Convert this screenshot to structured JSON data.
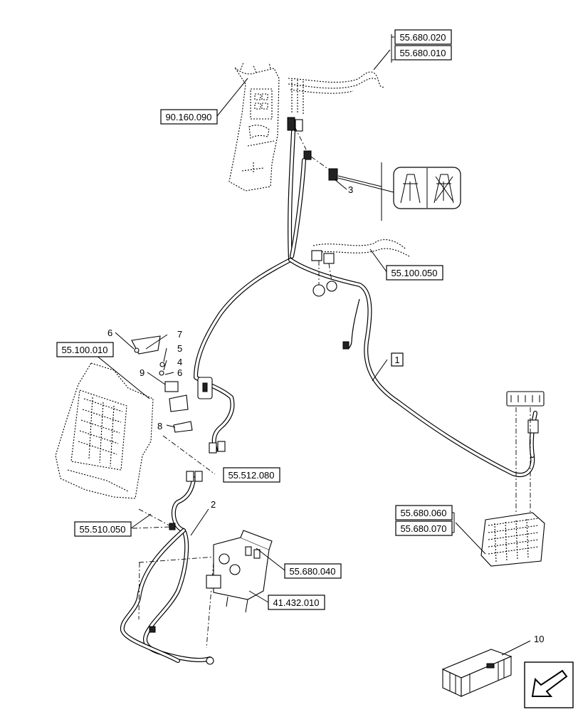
{
  "references": {
    "r_55680020": "55.680.020",
    "r_55680010": "55.680.010",
    "r_90160090": "90.160.090",
    "r_55100050": "55.100.050",
    "r_55100010": "55.100.010",
    "r_55512080": "55.512.080",
    "r_55510050": "55.510.050",
    "r_55680060": "55.680.060",
    "r_55680070": "55.680.070",
    "r_55680040": "55.680.040",
    "r_41432010": "41.432.010"
  },
  "callouts": {
    "c1": "1",
    "c2": "2",
    "c3": "3",
    "c4": "4",
    "c5": "5",
    "c6a": "6",
    "c6b": "6",
    "c7": "7",
    "c8": "8",
    "c9": "9",
    "c10": "10"
  },
  "icons": {
    "switch_symbol": "switch-position-symbol-icon",
    "nav_arrow": "bottom-left-arrow-icon",
    "kit_box": "crate-icon"
  },
  "colors": {
    "line": "#000000",
    "background": "#ffffff"
  }
}
